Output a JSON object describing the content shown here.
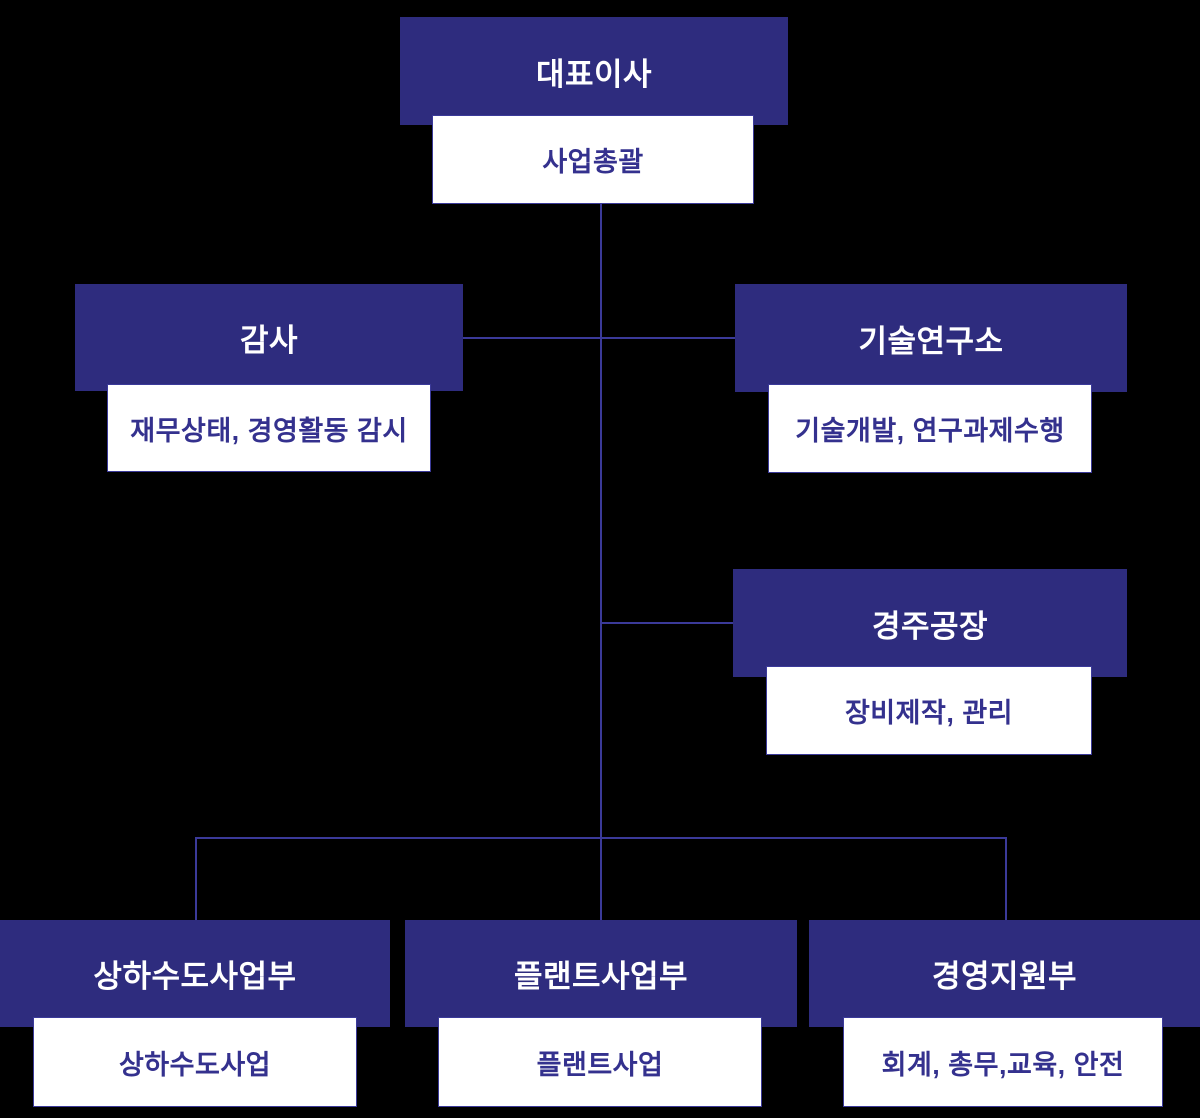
{
  "diagram": {
    "type": "org-chart",
    "colors": {
      "background": "#000000",
      "node_fill": "#2e2c7e",
      "node_text": "#ffffff",
      "subnode_fill": "#ffffff",
      "subnode_text": "#34318e",
      "connector": "#3b3a99"
    },
    "nodes": [
      {
        "id": "ceo",
        "title": "대표이사",
        "description": "사업총괄"
      },
      {
        "id": "audit",
        "title": "감사",
        "description": "재무상태, 경영활동 감시"
      },
      {
        "id": "research",
        "title": "기술연구소",
        "description": "기술개발, 연구과제수행"
      },
      {
        "id": "factory",
        "title": "경주공장",
        "description": "장비제작, 관리"
      },
      {
        "id": "waterworks",
        "title": "상하수도사업부",
        "description": "상하수도사업"
      },
      {
        "id": "plant",
        "title": "플랜트사업부",
        "description": "플랜트사업"
      },
      {
        "id": "support",
        "title": "경영지원부",
        "description": "회계, 총무,교육, 안전"
      }
    ],
    "edges": [
      {
        "from": "ceo",
        "to": "audit"
      },
      {
        "from": "ceo",
        "to": "research"
      },
      {
        "from": "ceo",
        "to": "factory"
      },
      {
        "from": "ceo",
        "to": "waterworks"
      },
      {
        "from": "ceo",
        "to": "plant"
      },
      {
        "from": "ceo",
        "to": "support"
      }
    ]
  }
}
